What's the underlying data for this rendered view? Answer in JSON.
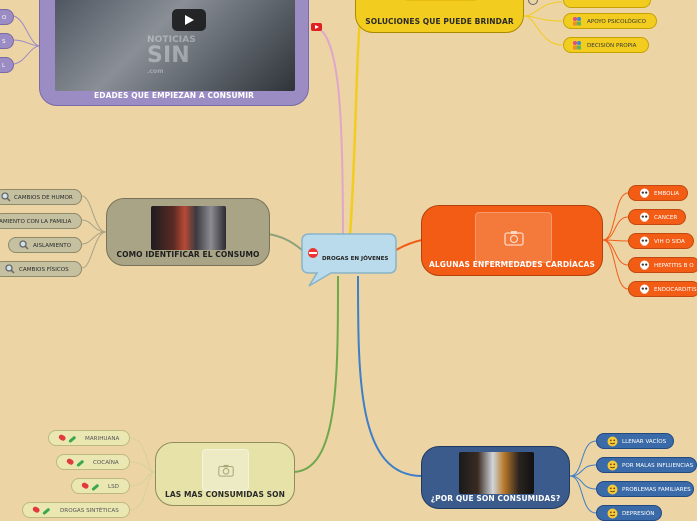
{
  "central": {
    "label": "DROGAS EN JÓVENES",
    "icon": "pill-icon"
  },
  "branches": {
    "edades": {
      "label": "EDADES QUE EMPIEZAN A CONSUMIR",
      "video_watermark_line1": "NOTICIAS",
      "video_watermark_line2": "SIN",
      "video_watermark_line3": ".com",
      "left_items": [
        "O",
        "S",
        "L"
      ]
    },
    "soluciones": {
      "label": "SOLUCIONES QUE PUEDE BRINDAR",
      "items": [
        "APOYO PSICOLÓGICO",
        "DECISIÓN PROPIA"
      ]
    },
    "identificar": {
      "label": "COMO IDENTIFICAR EL CONSUMO",
      "items": [
        "CAMBIOS DE HUMOR",
        "AMIENTO CON LA FAMILIA",
        "AISLAMIENTO",
        "CAMBIOS FÍSICOS"
      ]
    },
    "enfermedades": {
      "label": "ALGUNAS ENFERMEDADES CARDÍACAS",
      "items": [
        "EMBOLIA",
        "CANCER",
        "VIH O SIDA",
        "HEPATITIS B O",
        "ENDOCARDITIS"
      ]
    },
    "consumidas": {
      "label": "LAS MAS CONSUMIDAS SON",
      "items": [
        "MARIHUANA",
        "COCAÍNA",
        "LSD",
        "DROGAS SINTÉTICAS"
      ]
    },
    "porque": {
      "label": "¿POR QUE SON CONSUMIDAS?",
      "items": [
        "LLENAR VACÍOS",
        "POR MALAS INFLUENCIAS",
        "PROBLEMAS FAMILIARES",
        "DEPRESIÓN"
      ]
    }
  },
  "colors": {
    "background": "#ecd4a4",
    "edades": "#9b8cc4",
    "soluciones": "#f2cc1f",
    "identificar": "#a9a486",
    "enfermedades": "#f25c15",
    "consumidas": "#e4e0a6",
    "porque": "#3a5b8b",
    "central": "#b7d8e8"
  }
}
